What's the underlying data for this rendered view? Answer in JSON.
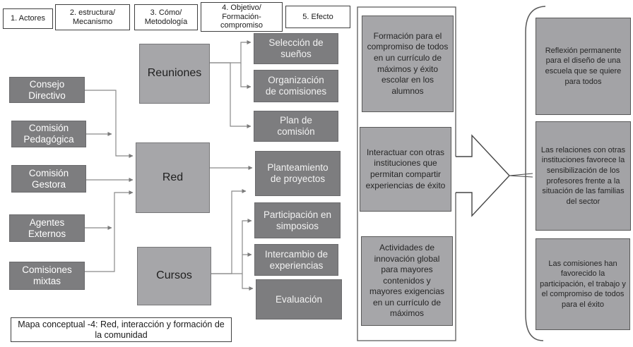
{
  "diagram": {
    "headers": [
      "1. Actores",
      "2. estructura/ Mecanismo",
      "3. Cómo/ Metodología",
      "4. Objetivo/ Formación- compromiso",
      "5. Efecto"
    ],
    "actors": [
      "Consejo Directivo",
      "Comisión Pedagógica",
      "Comisión Gestora",
      "Agentes Externos",
      "Comisiones mixtas"
    ],
    "mechanisms": [
      "Reuniones",
      "Red",
      "Cursos"
    ],
    "methods": [
      "Selección de sueños",
      "Organización de comisiones",
      "Plan de comisión",
      "Planteamiento de proyectos",
      "Participación en simposios",
      "Intercambio de experiencias",
      "Evaluación"
    ],
    "objectives": [
      "Formación para el compromiso de todos en un currículo de máximos y éxito escolar en los alumnos",
      "Interactuar con otras instituciones que permitan compartir experiencias de éxito",
      "Actividades de innovación global para mayores contenidos y mayores exigencias en un currículo de máximos"
    ],
    "effects": [
      "Reflexión permanente para el diseño de una escuela que se quiere para todos",
      "Las relaciones con otras instituciones favorece la sensibilización de los profesores frente a la situación de las familias del sector",
      "Las comisiones han favorecido la participación, el trabajo y el compromiso de todos para el éxito"
    ],
    "caption": "Mapa conceptual -4: Red, interacción y formación de la comunidad",
    "edges": [
      {
        "from": "Consejo Directivo",
        "to": "Red"
      },
      {
        "from": "Comisión Pedagógica",
        "to": "Red"
      },
      {
        "from": "Comisión Gestora",
        "to": "Red"
      },
      {
        "from": "Agentes Externos",
        "to": "Red"
      },
      {
        "from": "Comisiones mixtas",
        "to": "Red"
      },
      {
        "from": "Reuniones",
        "to": "Selección de sueños"
      },
      {
        "from": "Reuniones",
        "to": "Organización de comisiones"
      },
      {
        "from": "Reuniones",
        "to": "Plan de comisión"
      },
      {
        "from": "Red",
        "to": "Planteamiento de proyectos"
      },
      {
        "from": "Cursos",
        "to": "Planteamiento de proyectos"
      },
      {
        "from": "Cursos",
        "to": "Participación en simposios"
      },
      {
        "from": "Cursos",
        "to": "Intercambio de experiencias"
      },
      {
        "from": "Cursos",
        "to": "Evaluación"
      },
      {
        "from": "objectives-group",
        "to": "effects-group"
      }
    ],
    "colors": {
      "dark_box": "#7d7d7f",
      "light_box": "#a6a6a9",
      "dark_box_text": "#ffffff",
      "light_box_text": "#262626",
      "connector": "#8a8a8a",
      "outline": "#454545",
      "background": "#ffffff"
    }
  }
}
